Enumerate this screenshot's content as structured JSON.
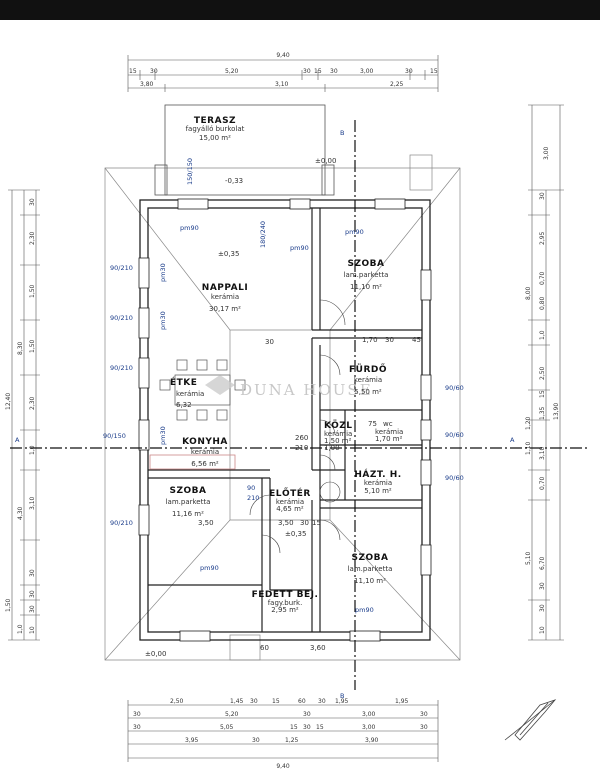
{
  "rooms": {
    "terasz": {
      "name": "TERASZ",
      "material": "fagyálló burkolat",
      "area": "15,00 m²"
    },
    "nappali": {
      "name": "NAPPALI",
      "material": "kerámia",
      "area": "30,17 m²"
    },
    "szoba1": {
      "name": "SZOBA",
      "material": "lam.parketta",
      "area": "11,10 m²"
    },
    "furdo": {
      "name": "FÜRDŐ",
      "material": "kerámia",
      "area": "5,50 m²"
    },
    "etkezo": {
      "name": "ÉTKE",
      "material": "kerámia",
      "area": "6,32"
    },
    "konyha": {
      "name": "KONYHA",
      "material": "kerámia",
      "area": "6,56 m²"
    },
    "kozl": {
      "name": "KÖZL",
      "material": "kerámia",
      "area": "1,50 m²"
    },
    "wc": {
      "name": "wc",
      "material": "kerámia",
      "area": "1,70 m²"
    },
    "haztart": {
      "name": "HÁZT. H.",
      "material": "kerámia",
      "area": "5,10 m²"
    },
    "szoba2": {
      "name": "SZOBA",
      "material": "lam.parketta",
      "area": "11,16 m²"
    },
    "eloter": {
      "name": "ELŐTÉR",
      "material": "kerámia",
      "area": "4,65 m²"
    },
    "szoba3": {
      "name": "SZOBA",
      "material": "lam.parketta",
      "area": "11,10 m²"
    },
    "fedett": {
      "name": "FEDETT BEJ.",
      "material": "fagy.burk.",
      "area": "2,95 m²"
    }
  },
  "dims": {
    "top_total": "9,40",
    "top_row2": [
      "15",
      "30",
      "5,20",
      "30",
      "15",
      "30",
      "3,00",
      "30",
      "15"
    ],
    "top_row3": [
      "3,80",
      "3,10",
      "2,25"
    ],
    "bot_row1": [
      "2,50",
      "1,45",
      "30",
      "15",
      "60",
      "30",
      "1,95",
      "1,95"
    ],
    "bot_row2": [
      "30",
      "5,20",
      "30",
      "3,00",
      "30"
    ],
    "bot_row3": [
      "30",
      "5,05",
      "15",
      "30",
      "15",
      "3,00",
      "30"
    ],
    "bot_row4": [
      "3,95",
      "30",
      "1,25",
      "3,90"
    ],
    "bot_total": "9,40",
    "left_a": [
      "30",
      "2,30",
      "1,50",
      "1,50",
      "2,30",
      "1,0",
      "3,10",
      "30",
      "30",
      "30",
      "10"
    ],
    "left_b": [
      "12,40",
      "8,30",
      "4,30",
      "1,50",
      "1,0"
    ],
    "right_a": [
      "3,00",
      "30",
      "2,95",
      "0,70",
      "0,80",
      "1,0",
      "2,50",
      "15",
      "1,35",
      "3,10",
      "0,70",
      "30",
      "30",
      "10"
    ],
    "right_b": [
      "8,00",
      "13,90",
      "5,10",
      "6,70",
      "1,20",
      "1,10"
    ]
  },
  "windows": [
    "90/210",
    "90/210",
    "90/210",
    "90/150",
    "90/60",
    "90/60",
    "90/60",
    "90/210",
    "150/150",
    "180/240"
  ],
  "labels": {
    "pm90a": "pm90",
    "pm90b": "pm90",
    "pm90c": "pm90",
    "pm90d": "pm90",
    "pm90e": "pm90",
    "pm30a": "pm30",
    "pm30b": "pm30",
    "pm30c": "pm30",
    "lvl_terasz": "-0,33",
    "lvl_in1": "±0,35",
    "lvl_in2": "±0,35",
    "lvl_top": "±0,00",
    "lvl_bot": "±0,00",
    "sec_a": "A",
    "sec_b": "B",
    "sec_a2": "A",
    "sec_b2": "B",
    "inner_dims": [
      "30",
      "1,70",
      "45",
      "75",
      "1,00",
      "260",
      "210",
      "90",
      "210",
      "3,50",
      "30",
      "3,50",
      "30",
      "15",
      "3,60",
      "60"
    ]
  },
  "watermark": "DUNA HOUSE"
}
